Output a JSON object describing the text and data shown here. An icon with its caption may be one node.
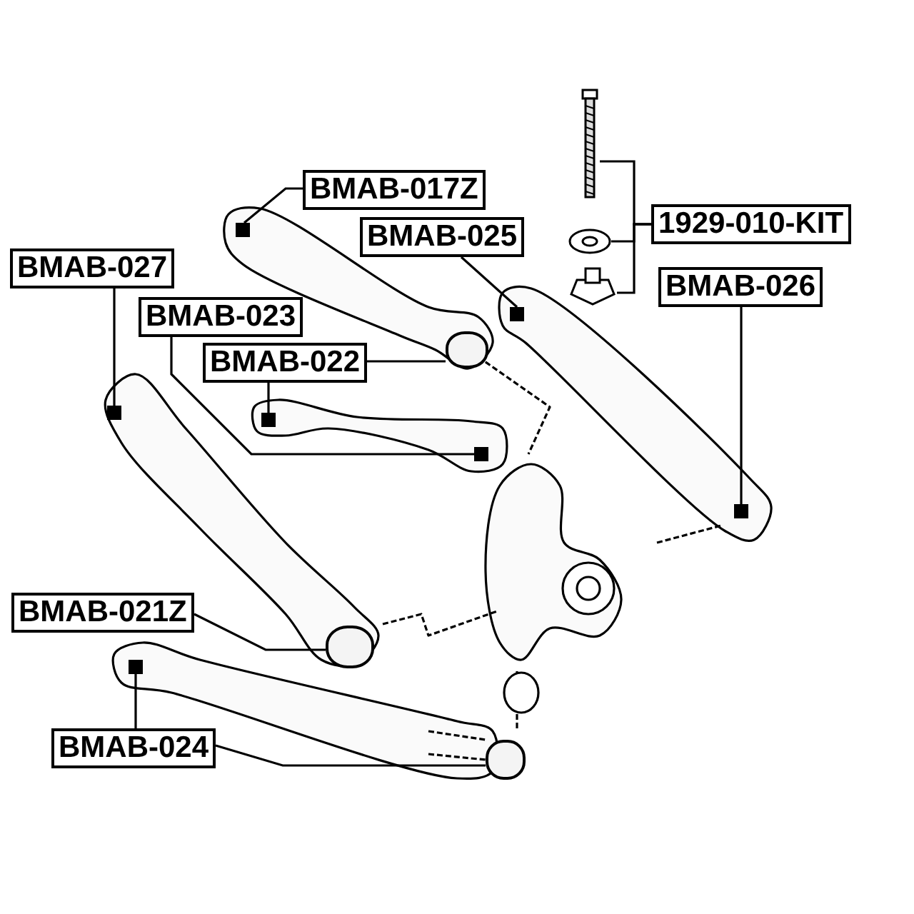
{
  "diagram": {
    "nodes": [
      {
        "text": [
          "BMAB-017Z"
        ]
      },
      {
        "text": [
          "BMAB-025"
        ]
      },
      {
        "text": [
          "1929-010-KIT"
        ]
      },
      {
        "text": [
          "BMAB-027"
        ]
      },
      {
        "text": [
          "BMAB-026"
        ]
      },
      {
        "text": [
          "BMAB-023"
        ]
      },
      {
        "text": [
          "BMAB-022"
        ]
      },
      {
        "text": [
          "BMAB-021Z"
        ]
      },
      {
        "text": [
          "BMAB-024"
        ]
      },
      {
        "text": [],
        "shape": "box"
      },
      {
        "text": [],
        "shape": "box"
      },
      {
        "text": [],
        "shape": "picture"
      },
      {
        "text": [],
        "shape": "picture"
      },
      {
        "text": [],
        "shape": "picture"
      },
      {
        "text": [],
        "shape": "box"
      },
      {
        "text": [],
        "shape": "box"
      },
      {
        "text": [],
        "shape": "box"
      },
      {
        "text": [],
        "shape": "cylinder"
      },
      {
        "text": [],
        "shape": "box"
      },
      {
        "text": [],
        "shape": "cylinder"
      },
      {
        "text": [],
        "shape": "box"
      },
      {
        "text": [],
        "shape": "cylinder"
      }
    ],
    "edges": [
      {
        "from": 0,
        "to": 9,
        "arrow": "none"
      },
      {
        "from": 1,
        "to": 10,
        "arrow": "none"
      },
      {
        "from": 2,
        "to": 11,
        "arrow": "none"
      },
      {
        "from": 2,
        "to": 12,
        "arrow": "none"
      },
      {
        "from": 2,
        "to": 13,
        "arrow": "none"
      },
      {
        "from": 3,
        "to": 14,
        "arrow": "none"
      },
      {
        "from": 4,
        "to": 15,
        "arrow": "none"
      },
      {
        "from": 5,
        "to": 16,
        "arrow": "none"
      },
      {
        "from": 6,
        "to": 17,
        "arrow": "none"
      },
      {
        "from": 6,
        "to": 18,
        "arrow": "none"
      },
      {
        "from": 7,
        "to": 19,
        "arrow": "none"
      },
      {
        "from": 8,
        "to": 20,
        "arrow": "none"
      },
      {
        "from": 8,
        "to": 21,
        "arrow": "none"
      }
    ]
  }
}
